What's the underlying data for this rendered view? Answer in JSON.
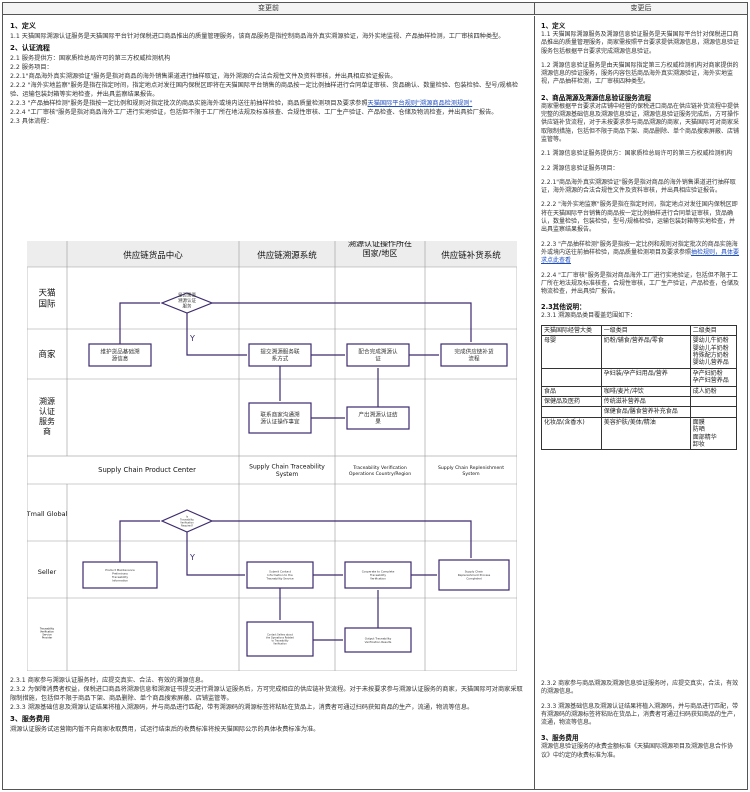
{
  "header": {
    "left": "变更前",
    "right": "变更后"
  },
  "left": {
    "p1_title": "1、定义",
    "p1_text": "1.1 天猫国际溯源认证服务是天猫国际平台针对保税进口商品推出的质量管理服务，该商品服务是指控制商品海外真实溯源验证，海外实地监视、产品抽样检测，工厂审核四种类型。",
    "p2_title": "2、认证流程",
    "l1": "2.1 服务提供方：国家质检总局许可的第三方权威检测机构",
    "l2": "2.2 服务项目：",
    "l3": "2.2.1\"商品海外真实溯源验证\"服务是指对商品的海外销售渠道进行抽样取证，海外溯源的合法合规性文件及资料审核，并出具相应验证报告。",
    "l4": "2.2.2 \"海外实地监察\"服务是指在指定时间，指定地点对发往国内保税区即将在天猫国际平台销售的商品按一定比例抽样进行合同单证审核、货品确认、数量检验、包装检验、型号/规格检验、运输包装封箱等实地检查，并出具监察结果报告。",
    "l5a": "2.2.3 \"产品抽样检测\"服务是指按一定比例和规则对指定批次的商品实施海外或境内送往前抽样检验，商品质量检测项目及要求参照",
    "l5b": "天猫国际平台规则\"溯源商品检测规则\"",
    "l6": "2.2.4 \"工厂审核\"服务是指对商品海外工厂进行实地验证，包括但不限于工厂所在地法规及标准核查、合规性审核、工厂生产验证、产品检查、仓储及物流检查，并出具验厂报告。",
    "l7": "2.3 具体流程：",
    "b1": "2.3.1 商家参与溯源认证服务时，应提交真实、合法、有效的溯源信息。",
    "b2": "2.3.2 为保障消费者权益，保税进口商品将溯源信息和溯源证书提交进行溯源认证服务后，方可完成相应的供应链补货流程。对于未按要求参与溯源认证服务的商家，天猫国际可对商家采取限制措施，包括但不限于商品下架、商品删除、单个商品搜索屏蔽、店铺监管等。",
    "b3": "2.3.3 溯源基础信息及溯源认证结果将植入溯源码，并与商品进行匹配，带有溯源码的溯源标签将粘贴在货品上，消费者可通过扫码获知商品的生产，流通，物流等信息。",
    "p3_title": "3、服务费用",
    "p3_text": "溯源认证服务试运营期内暂不向商家收取费用，试运行结束后的收费标准将按天猫国际公示的具体收费标准为准。"
  },
  "diagram_cn": {
    "cols": [
      "供应链货品中心",
      "供应链溯源系统",
      "溯源认证操作所在国家/地区",
      "供应链补货系统"
    ],
    "rows": [
      "天猫国际",
      "商家",
      "溯源认证服务商"
    ],
    "decision": "是否需要溯源认证服务",
    "yes": "Y",
    "box1": "维护货品基础溯源信息",
    "box2": "提交溯源服务联系方式",
    "box3": "配合完成溯源认证",
    "box4": "完成供应链补货流程",
    "box5": "联系商家沟通溯源认证操作事宜",
    "box6": "产出溯源认证结果"
  },
  "diagram_en": {
    "cols": [
      "Supply Chain Product Center",
      "Supply Chain Traceability System",
      "Traceability Verification Operations Country/Region",
      "Supply Chain Replenishment System"
    ],
    "rows": [
      "Tmall Global",
      "Seller",
      "Traceability Verification Service Provider"
    ],
    "decision": "Is Traceability Verification Required?",
    "yes": "Y",
    "box1": "Product Maintenance Preliminary Traceability Information",
    "box2": "Submit Contact Information to the Traceability Service",
    "box3": "Cooperate to Complete Traceability Verification",
    "box4": "Supply Chain Replenishment Process Completed",
    "box5": "Contact Sellers about the Operations Related to Traceability Verification",
    "box6": "Output Traceability Verification Results"
  },
  "right": {
    "p1_title": "1、定义",
    "p1_1": "1.1 天猫国际溯源服务及溯源信息验证服务是天猫国际平台针对保税进口商品推出的质量管理服务，商家需按照平台要求提供溯源信息，溯源信息验证服务包括根据平台要求完成溯源信息验证。",
    "p1_2": "1.2 溯源信息验证服务是由天猫国际指定第三方权威检测机构对商家提供的溯源信息的验证服务，服务内容包括商品海外真实溯源验证，海外实地监视，产品抽样检测，工厂审核四种类型。",
    "p2_title": "2、商品溯源及溯源信息验证服务流程",
    "p2_1": "商家需根据平台要求对店铺中经营的保税进口商品在供应链补货流程中提供完整的溯源基础信息及溯源信息验证，溯源信息验证服务完成后，方可操作供应链补货流程，对于未按要求参与商品溯源的商家，天猫国际可对商家采取限制措施，包括但不限于商品下架、商品删除、单个商品搜索屏蔽、店铺监管等。",
    "p2_2": "2.1 溯源信息验证服务提供方：国家质检总局许可的第三方权威检测机构",
    "p2_3": "2.2 溯源信息验证服务项目：",
    "p2_4": "2.2.1\"商品海外真实溯源验证\"服务是指对商品的海外销售渠道进行抽样取证，海外溯源的合法合规性文件及资料审核，并出具相应验证报告。",
    "p2_5": "2.2.2 \"海外实地监察\"服务是指在指定时间，指定地点对发往国内保税区即将在天猫国际平台销售的商品按一定比例抽样进行合同单证审核，货品确认，数量检验，包装检验，型号/规格检验，运输包装封箱等实地检查，并出具监察结果报告。",
    "p2_6a": "2.2.3 \"产品抽样检测\"服务是指按一定比例和规则对指定批次的商品实施海外或境内送往前抽样检验，商品质量检测项目及要求参照",
    "p2_6b": "抽检规则，具体要求点此查看",
    "p2_7": "2.2.4 \"工厂审核\"服务是指对商品海外工厂进行实地验证，包括但不限于工厂所在地法规及标准核查，合规性审核，工厂生产验证，产品检查，仓储及物流检查，并出具验厂报告。",
    "p2_8": "2.3其他说明：",
    "p2_9": "2.3.1 溯源商品类目覆盖范围如下：",
    "table_head": [
      "天猫国际经营大类",
      "一级类目",
      "二级类目"
    ],
    "table_rows": [
      [
        "母婴",
        "奶粉/辅食/营养品/零食",
        "婴幼儿牛奶粉\n婴幼儿羊奶粉\n特殊配方奶粉\n婴幼儿营养品"
      ],
      [
        "",
        "孕妇装/孕产妇用品/营养",
        "孕产妇奶粉\n孕产妇营养品"
      ],
      [
        "食品",
        "咖啡/麦片/冲饮",
        "成人奶粉"
      ],
      [
        "保健品及医药",
        "传统滋补营养品",
        ""
      ],
      [
        "",
        "保健食品/膳食营养补充食品",
        ""
      ],
      [
        "化妆品(含香水)",
        "美容护肤/美体/精油",
        "面膜\n防晒\n面部精华\n卸妆"
      ]
    ],
    "p3_1": "2.3.2 商家参与商品溯源及溯源信息验证服务时，应提交真实，合法，有效的溯源信息。",
    "p3_2": "2.3.3 溯源基础信息及溯源认证结果将植入溯源码，并与商品进行匹配，带有溯源码的溯源标签将粘贴在货品上，消费者可通过扫码获知商品的生产，流通，物流等信息。",
    "p4_title": "3、服务费用",
    "p4_text": "溯源信息验证服务的收费金额标准《天猫国际溯源项目及溯源信息合作协议》中约定的收费标准为准。"
  }
}
